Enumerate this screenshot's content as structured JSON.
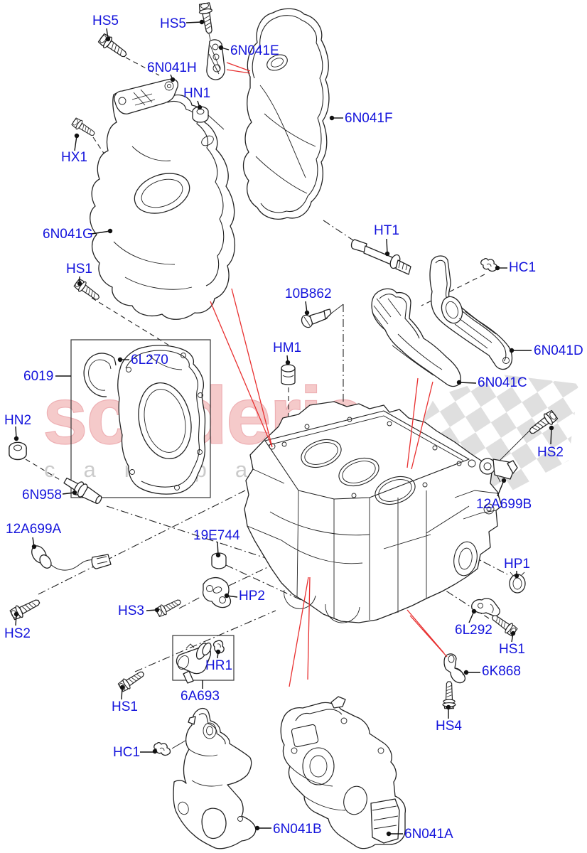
{
  "watermark": {
    "brand_large": "scuderia",
    "brand_small": "car parts"
  },
  "colors": {
    "label_blue": "#1414dc",
    "leader_black": "#111111",
    "red_line": "#e83030",
    "watermark_pink": "#f5caca",
    "watermark_gray": "#cbcbcb",
    "checker_gray": "#d9d9d9"
  },
  "labels": [
    {
      "id": "hs5-a",
      "text": "HS5"
    },
    {
      "id": "hs5-b",
      "text": "HS5"
    },
    {
      "id": "6n041e",
      "text": "6N041E"
    },
    {
      "id": "6n041h",
      "text": "6N041H"
    },
    {
      "id": "hn1",
      "text": "HN1"
    },
    {
      "id": "6n041f",
      "text": "6N041F"
    },
    {
      "id": "hx1",
      "text": "HX1"
    },
    {
      "id": "6n041g",
      "text": "6N041G"
    },
    {
      "id": "hs1-a",
      "text": "HS1"
    },
    {
      "id": "ht1",
      "text": "HT1"
    },
    {
      "id": "hc1-a",
      "text": "HC1"
    },
    {
      "id": "10b862",
      "text": "10B862"
    },
    {
      "id": "6n041d",
      "text": "6N041D"
    },
    {
      "id": "hm1",
      "text": "HM1"
    },
    {
      "id": "6n041c",
      "text": "6N041C"
    },
    {
      "id": "6l270",
      "text": "6L270"
    },
    {
      "id": "6019",
      "text": "6019"
    },
    {
      "id": "hn2",
      "text": "HN2"
    },
    {
      "id": "hs2-b",
      "text": "HS2"
    },
    {
      "id": "6n958",
      "text": "6N958"
    },
    {
      "id": "12a699b",
      "text": "12A699B"
    },
    {
      "id": "12a699a",
      "text": "12A699A"
    },
    {
      "id": "19e744",
      "text": "19E744"
    },
    {
      "id": "hp1",
      "text": "HP1"
    },
    {
      "id": "hp2",
      "text": "HP2"
    },
    {
      "id": "hs3",
      "text": "HS3"
    },
    {
      "id": "6l292",
      "text": "6L292"
    },
    {
      "id": "hs2-a",
      "text": "HS2"
    },
    {
      "id": "hs1-b",
      "text": "HS1"
    },
    {
      "id": "hr1",
      "text": "HR1"
    },
    {
      "id": "6k868",
      "text": "6K868"
    },
    {
      "id": "6a693",
      "text": "6A693"
    },
    {
      "id": "hs1-c",
      "text": "HS1"
    },
    {
      "id": "hs4",
      "text": "HS4"
    },
    {
      "id": "hc1-b",
      "text": "HC1"
    },
    {
      "id": "6n041b",
      "text": "6N041B"
    },
    {
      "id": "6n041a",
      "text": "6N041A"
    }
  ]
}
